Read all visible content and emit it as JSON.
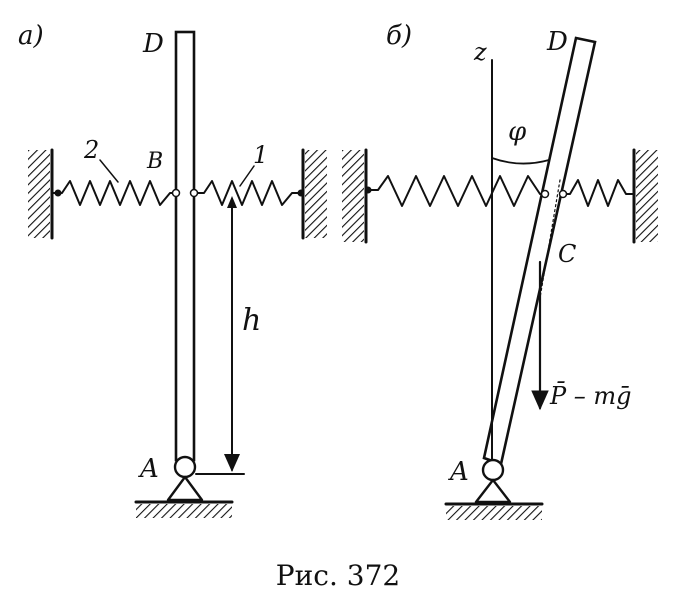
{
  "figure": {
    "caption": "Рис. 372",
    "panel_a": {
      "tag": "a)",
      "top_label": "D",
      "hinge_label": "A",
      "attach_label": "B",
      "spring_left_label": "2",
      "spring_right_label": "1",
      "height_label": "h"
    },
    "panel_b": {
      "tag": "б)",
      "axis_label": "z",
      "top_label": "D",
      "angle_label": "φ",
      "center_label": "C",
      "hinge_label": "A",
      "force_label": "P̄ – mḡ"
    }
  }
}
